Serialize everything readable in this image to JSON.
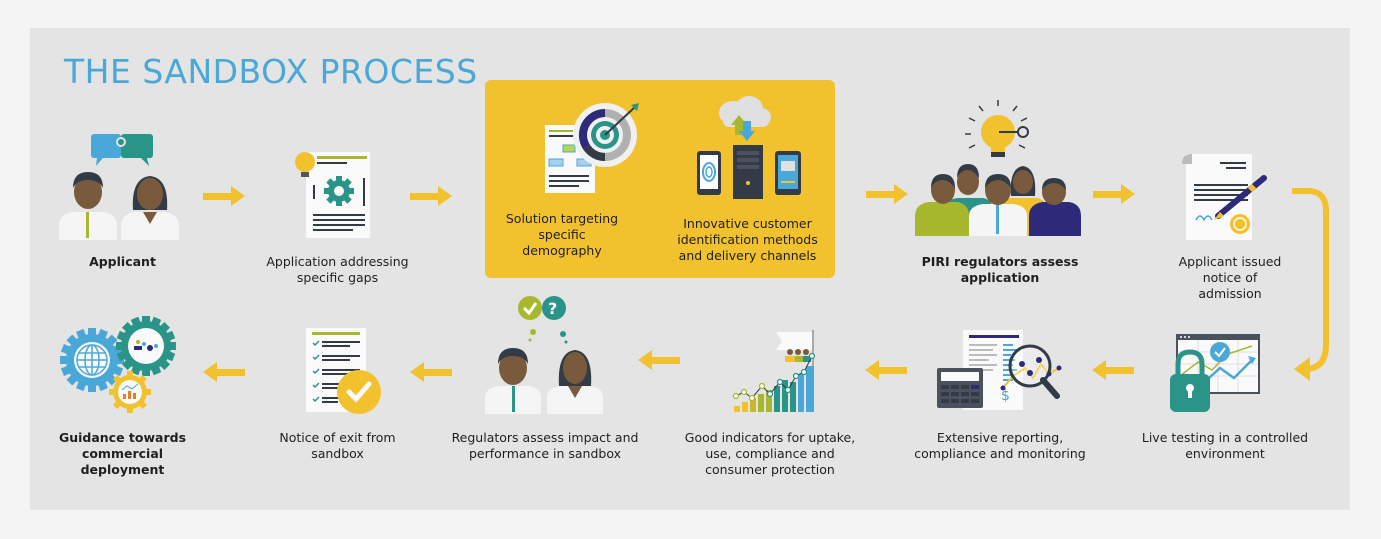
{
  "title": "THE SANDBOX PROCESS",
  "colors": {
    "title": "#4aa8d8",
    "arrow": "#f2c12e",
    "highlight": "#f2c12e",
    "panel": "#e4e4e4",
    "teal": "#2a9488",
    "blue": "#4aa8d8",
    "navy": "#2e2a7a",
    "olive": "#a8b82e"
  },
  "steps": [
    {
      "id": "applicant",
      "label": "Applicant",
      "bold": true,
      "icon": "people-puzzle-icon"
    },
    {
      "id": "application",
      "label": "Application addressing\nspecific gaps",
      "bold": false,
      "icon": "document-gear-icon"
    },
    {
      "id": "solution",
      "label": "Solution targeting\nspecific demography",
      "bold": false,
      "icon": "target-document-icon"
    },
    {
      "id": "innovative",
      "label": "Innovative customer\nidentification methods\nand delivery channels",
      "bold": false,
      "icon": "cloud-devices-icon"
    },
    {
      "id": "piri",
      "label": "PIRI regulators assess\napplication",
      "bold": true,
      "icon": "team-lightbulb-icon"
    },
    {
      "id": "admission",
      "label": "Applicant issued\nnotice of\nadmission",
      "bold": false,
      "icon": "signed-document-icon"
    },
    {
      "id": "live-testing",
      "label": "Live testing in a controlled\nenvironment",
      "bold": false,
      "icon": "lock-chart-icon"
    },
    {
      "id": "reporting",
      "label": "Extensive reporting,\ncompliance and monitoring",
      "bold": false,
      "icon": "calculator-magnifier-icon"
    },
    {
      "id": "indicators",
      "label": "Good indicators for uptake,\nuse, compliance and\nconsumer protection",
      "bold": false,
      "icon": "growth-chart-icon"
    },
    {
      "id": "regulators-assess",
      "label": "Regulators assess impact and\nperformance in sandbox",
      "bold": false,
      "icon": "people-question-icon"
    },
    {
      "id": "exit",
      "label": "Notice of exit from\nsandbox",
      "bold": false,
      "icon": "checklist-icon"
    },
    {
      "id": "guidance",
      "label": "Guidance towards\ncommercial\ndeployment",
      "bold": true,
      "icon": "gears-icon"
    }
  ]
}
